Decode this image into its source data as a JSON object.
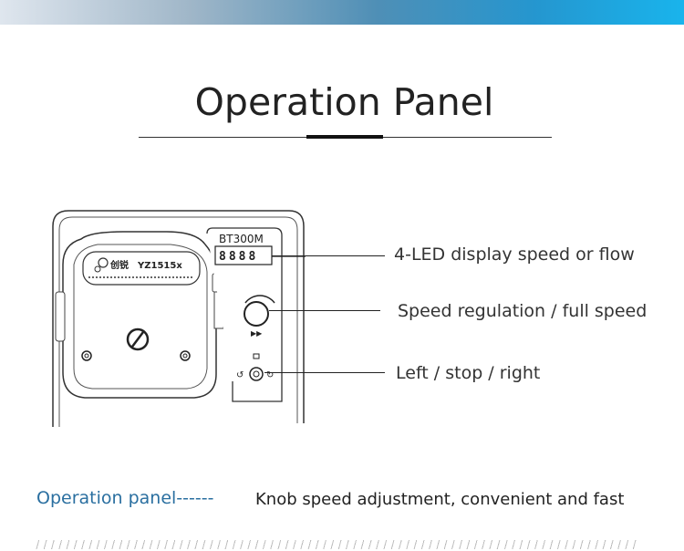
{
  "title": "Operation Panel",
  "pump": {
    "model": "BT300M",
    "pump_head_brand": "创锐",
    "pump_head_model": "YZ1515x",
    "led_digits": "8888"
  },
  "callouts": {
    "display": "4-LED display speed or flow",
    "speed": "Speed regulation / full speed",
    "direction": "Left / stop / right"
  },
  "footer": {
    "label": "Operation panel------",
    "description": "Knob speed adjustment, convenient and fast"
  },
  "colors": {
    "accent_blue": "#2a6fa0",
    "bar_end": "#19b4ec"
  }
}
